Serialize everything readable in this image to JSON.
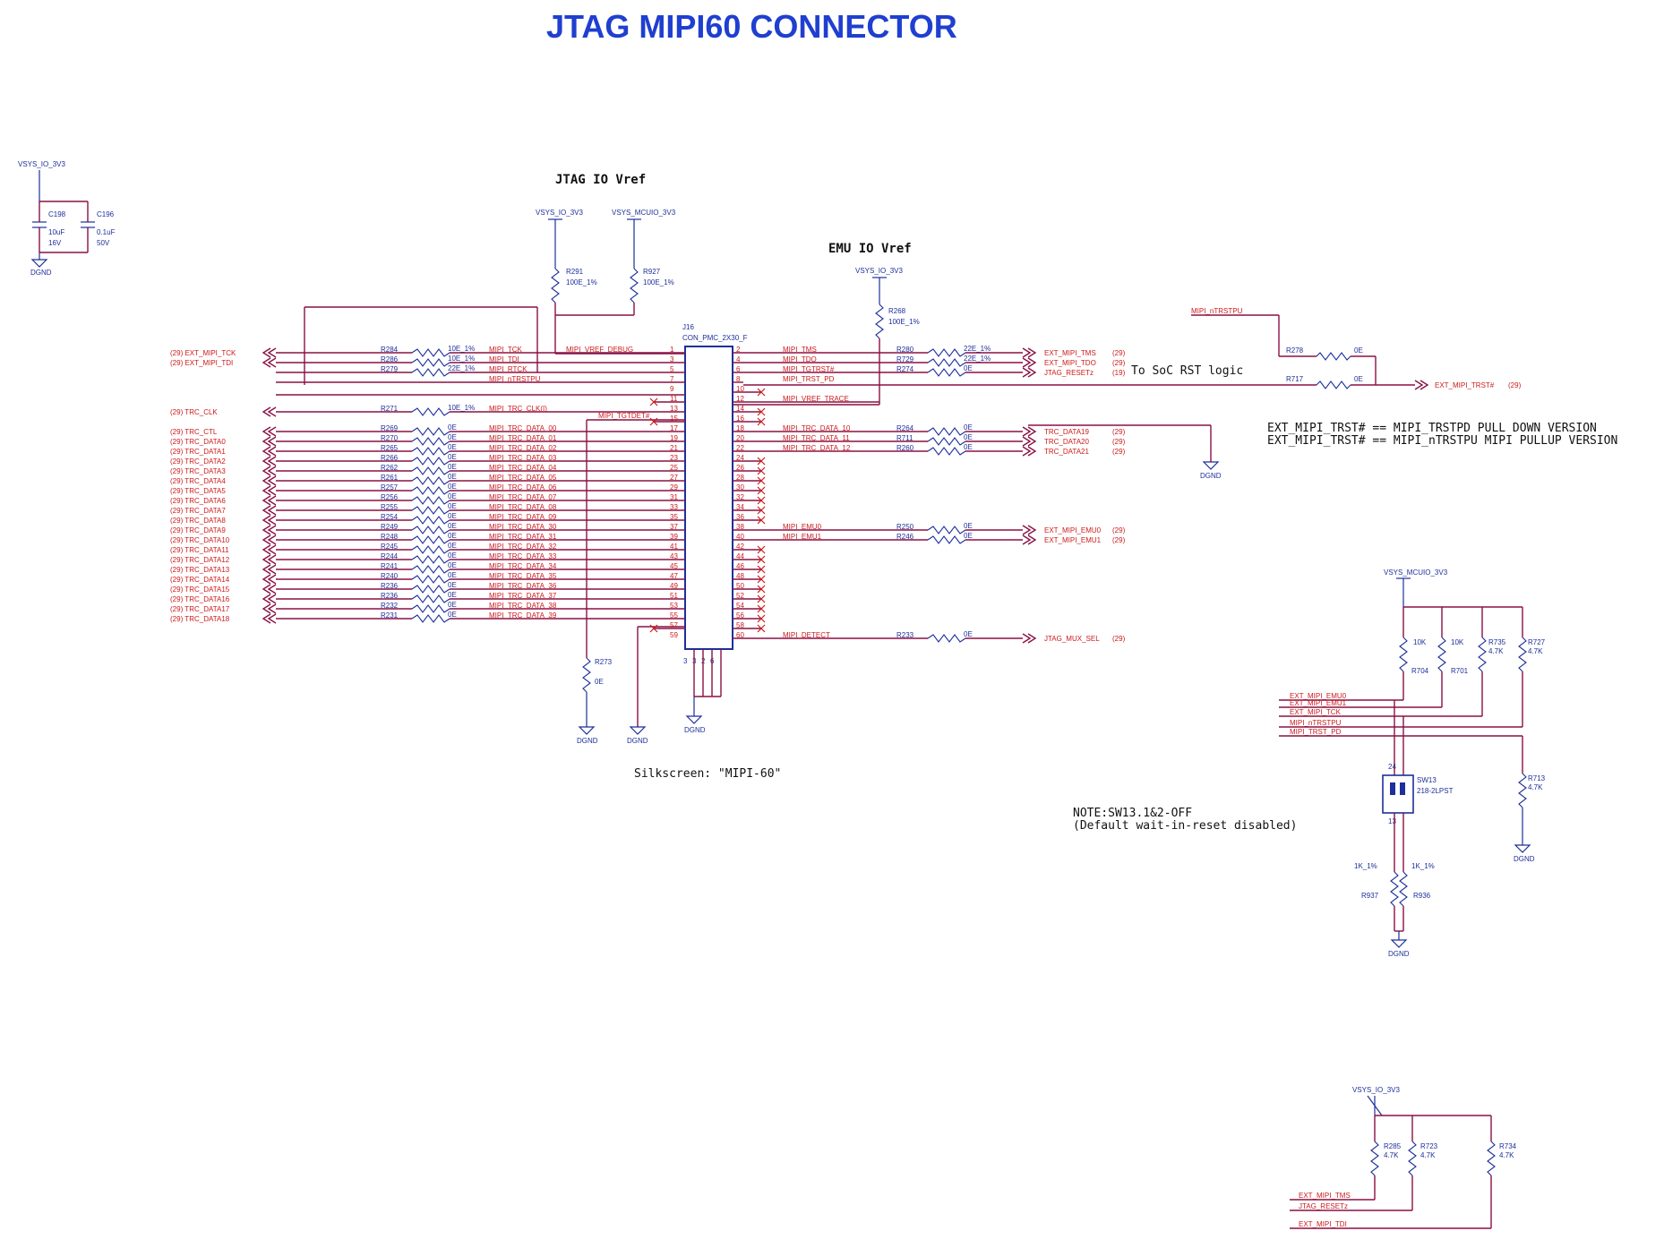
{
  "title": "JTAG MIPI60 CONNECTOR",
  "notes": {
    "jtag_io_vref": "JTAG IO Vref",
    "emu_io_vref": "EMU IO Vref",
    "to_soc": "To SoC RST logic",
    "trst_line1": "EXT_MIPI_TRST# == MIPI_TRSTPD PULL DOWN VERSION",
    "trst_line2": "EXT_MIPI_TRST# == MIPI_nTRSTPU MIPI PULLUP VERSION",
    "silkscreen": "Silkscreen: \"MIPI-60\"",
    "sw_note1": "NOTE:SW13.1&2-OFF",
    "sw_note2": "(Default wait-in-reset disabled)"
  },
  "rails": {
    "vsys_io": "VSYS_IO_3V3",
    "vsys_mcuio": "VSYS_MCUIO_3V3",
    "dgnd": "DGND"
  },
  "caps": [
    {
      "ref": "C198",
      "value": "10uF",
      "rating": "16V"
    },
    {
      "ref": "C196",
      "value": "0.1uF",
      "rating": "50V"
    }
  ],
  "connector": {
    "ref": "J16",
    "part": "CON_PMC_2X30_F",
    "bottom_pins": [
      "3",
      "3",
      "2",
      "6"
    ]
  },
  "vref_res": [
    {
      "ref": "R291",
      "value": "100E_1%"
    },
    {
      "ref": "R927",
      "value": "100E_1%"
    },
    {
      "ref": "R268",
      "value": "100E_1%"
    }
  ],
  "left_rows": [
    {
      "ext": "(29) EXT_MIPI_TCK",
      "ref": "R284",
      "val": "10E_1%",
      "net": "MIPI_TCK",
      "pin": "1"
    },
    {
      "ext": "(29) EXT_MIPI_TDI",
      "ref": "R286",
      "val": "10E_1%",
      "net": "MIPI_TDI",
      "pin": "3"
    },
    {
      "ext": "",
      "ref": "R279",
      "val": "22E_1%",
      "net": "MIPI_RTCK",
      "pin": "5"
    },
    {
      "ext": "",
      "ref": "",
      "val": "",
      "net": "MIPI_nTRSTPU",
      "pin": "7"
    },
    {
      "ext": "",
      "ref": "",
      "val": "",
      "net": "",
      "pin": "9"
    },
    {
      "ext": "",
      "ref": "",
      "val": "",
      "net": "",
      "pin": "11"
    },
    {
      "ext": "(29) TRC_CLK",
      "ref": "R271",
      "val": "10E_1%",
      "net": "MIPI_TRC_CLK(I)",
      "pin": "13"
    },
    {
      "ext": "",
      "ref": "",
      "val": "",
      "net": "",
      "pin": "15"
    },
    {
      "ext": "(29) TRC_CTL",
      "ref": "R269",
      "val": "0E",
      "net": "MIPI_TRC_DATA_00",
      "pin": "17"
    },
    {
      "ext": "(29) TRC_DATA0",
      "ref": "R270",
      "val": "0E",
      "net": "MIPI_TRC_DATA_01",
      "pin": "19"
    },
    {
      "ext": "(29) TRC_DATA1",
      "ref": "R265",
      "val": "0E",
      "net": "MIPI_TRC_DATA_02",
      "pin": "21"
    },
    {
      "ext": "(29) TRC_DATA2",
      "ref": "R266",
      "val": "0E",
      "net": "MIPI_TRC_DATA_03",
      "pin": "23"
    },
    {
      "ext": "(29) TRC_DATA3",
      "ref": "R262",
      "val": "0E",
      "net": "MIPI_TRC_DATA_04",
      "pin": "25"
    },
    {
      "ext": "(29) TRC_DATA4",
      "ref": "R261",
      "val": "0E",
      "net": "MIPI_TRC_DATA_05",
      "pin": "27"
    },
    {
      "ext": "(29) TRC_DATA5",
      "ref": "R257",
      "val": "0E",
      "net": "MIPI_TRC_DATA_06",
      "pin": "29"
    },
    {
      "ext": "(29) TRC_DATA6",
      "ref": "R256",
      "val": "0E",
      "net": "MIPI_TRC_DATA_07",
      "pin": "31"
    },
    {
      "ext": "(29) TRC_DATA7",
      "ref": "R255",
      "val": "0E",
      "net": "MIPI_TRC_DATA_08",
      "pin": "33"
    },
    {
      "ext": "(29) TRC_DATA8",
      "ref": "R254",
      "val": "0E",
      "net": "MIPI_TRC_DATA_09",
      "pin": "35"
    },
    {
      "ext": "(29) TRC_DATA9",
      "ref": "R249",
      "val": "0E",
      "net": "MIPI_TRC_DATA_30",
      "pin": "37"
    },
    {
      "ext": "(29) TRC_DATA10",
      "ref": "R248",
      "val": "0E",
      "net": "MIPI_TRC_DATA_31",
      "pin": "39"
    },
    {
      "ext": "(29) TRC_DATA11",
      "ref": "R245",
      "val": "0E",
      "net": "MIPI_TRC_DATA_32",
      "pin": "41"
    },
    {
      "ext": "(29) TRC_DATA12",
      "ref": "R244",
      "val": "0E",
      "net": "MIPI_TRC_DATA_33",
      "pin": "43"
    },
    {
      "ext": "(29) TRC_DATA13",
      "ref": "R241",
      "val": "0E",
      "net": "MIPI_TRC_DATA_34",
      "pin": "45"
    },
    {
      "ext": "(29) TRC_DATA14",
      "ref": "R240",
      "val": "0E",
      "net": "MIPI_TRC_DATA_35",
      "pin": "47"
    },
    {
      "ext": "(29) TRC_DATA15",
      "ref": "R236",
      "val": "0E",
      "net": "MIPI_TRC_DATA_36",
      "pin": "49"
    },
    {
      "ext": "(29) TRC_DATA16",
      "ref": "R236",
      "val": "0E",
      "net": "MIPI_TRC_DATA_37",
      "pin": "51"
    },
    {
      "ext": "(29) TRC_DATA17",
      "ref": "R232",
      "val": "0E",
      "net": "MIPI_TRC_DATA_38",
      "pin": "53"
    },
    {
      "ext": "(29) TRC_DATA18",
      "ref": "R231",
      "val": "0E",
      "net": "MIPI_TRC_DATA_39",
      "pin": "55"
    },
    {
      "ext": "",
      "ref": "",
      "val": "",
      "net": "",
      "pin": "57"
    },
    {
      "ext": "",
      "ref": "",
      "val": "",
      "net": "",
      "pin": "59"
    }
  ],
  "left_special": {
    "vref_net": "MIPI_VREF_DEBUG",
    "tgt_net": "MIPI_TGTDET#",
    "r273_ref": "R273",
    "r273_val": "0E"
  },
  "right_rows": [
    {
      "pin": "2",
      "net": "MIPI_TMS",
      "ref": "R280",
      "val": "22E_1%",
      "ext": "EXT_MIPI_TMS",
      "sheet": "(29)"
    },
    {
      "pin": "4",
      "net": "MIPI_TDO",
      "ref": "R729",
      "val": "22E_1%",
      "ext": "EXT_MIPI_TDO",
      "sheet": "(29)"
    },
    {
      "pin": "6",
      "net": "MIPI_TGTRST#",
      "ref": "R274",
      "val": "0E",
      "ext": "JTAG_RESETz",
      "sheet": "(19)"
    },
    {
      "pin": "8",
      "net": "MIPI_TRST_PD",
      "ref": "",
      "val": "",
      "ext": "",
      "sheet": ""
    },
    {
      "pin": "10",
      "net": "",
      "ref": "",
      "val": "",
      "ext": "",
      "sheet": ""
    },
    {
      "pin": "12",
      "net": "MIPI_VREF_TRACE",
      "ref": "",
      "val": "",
      "ext": "",
      "sheet": ""
    },
    {
      "pin": "14",
      "net": "",
      "ref": "",
      "val": "",
      "ext": "",
      "sheet": ""
    },
    {
      "pin": "16",
      "net": "",
      "ref": "",
      "val": "",
      "ext": "",
      "sheet": ""
    },
    {
      "pin": "18",
      "net": "MIPI_TRC_DATA_10",
      "ref": "R264",
      "val": "0E",
      "ext": "TRC_DATA19",
      "sheet": "(29)"
    },
    {
      "pin": "20",
      "net": "MIPI_TRC_DATA_11",
      "ref": "R711",
      "val": "0E",
      "ext": "TRC_DATA20",
      "sheet": "(29)"
    },
    {
      "pin": "22",
      "net": "MIPI_TRC_DATA_12",
      "ref": "R260",
      "val": "0E",
      "ext": "TRC_DATA21",
      "sheet": "(29)"
    },
    {
      "pin": "24",
      "net": "",
      "ref": "",
      "val": "",
      "ext": "",
      "sheet": ""
    },
    {
      "pin": "26",
      "net": "",
      "ref": "",
      "val": "",
      "ext": "",
      "sheet": ""
    },
    {
      "pin": "28",
      "net": "",
      "ref": "",
      "val": "",
      "ext": "",
      "sheet": ""
    },
    {
      "pin": "30",
      "net": "",
      "ref": "",
      "val": "",
      "ext": "",
      "sheet": ""
    },
    {
      "pin": "32",
      "net": "",
      "ref": "",
      "val": "",
      "ext": "",
      "sheet": ""
    },
    {
      "pin": "34",
      "net": "",
      "ref": "",
      "val": "",
      "ext": "",
      "sheet": ""
    },
    {
      "pin": "36",
      "net": "",
      "ref": "",
      "val": "",
      "ext": "",
      "sheet": ""
    },
    {
      "pin": "38",
      "net": "MIPI_EMU0",
      "ref": "R250",
      "val": "0E",
      "ext": "EXT_MIPI_EMU0",
      "sheet": "(29)"
    },
    {
      "pin": "40",
      "net": "MIPI_EMU1",
      "ref": "R246",
      "val": "0E",
      "ext": "EXT_MIPI_EMU1",
      "sheet": "(29)"
    },
    {
      "pin": "42",
      "net": "",
      "ref": "",
      "val": "",
      "ext": "",
      "sheet": ""
    },
    {
      "pin": "44",
      "net": "",
      "ref": "",
      "val": "",
      "ext": "",
      "sheet": ""
    },
    {
      "pin": "46",
      "net": "",
      "ref": "",
      "val": "",
      "ext": "",
      "sheet": ""
    },
    {
      "pin": "48",
      "net": "",
      "ref": "",
      "val": "",
      "ext": "",
      "sheet": ""
    },
    {
      "pin": "50",
      "net": "",
      "ref": "",
      "val": "",
      "ext": "",
      "sheet": ""
    },
    {
      "pin": "52",
      "net": "",
      "ref": "",
      "val": "",
      "ext": "",
      "sheet": ""
    },
    {
      "pin": "54",
      "net": "",
      "ref": "",
      "val": "",
      "ext": "",
      "sheet": ""
    },
    {
      "pin": "56",
      "net": "",
      "ref": "",
      "val": "",
      "ext": "",
      "sheet": ""
    },
    {
      "pin": "58",
      "net": "",
      "ref": "",
      "val": "",
      "ext": "",
      "sheet": ""
    },
    {
      "pin": "60",
      "net": "MIPI_DETECT",
      "ref": "R233",
      "val": "0E",
      "ext": "JTAG_MUX_SEL",
      "sheet": "(29)"
    }
  ],
  "trst": {
    "net": "MIPI_nTRSTPU",
    "r1_ref": "R278",
    "r1_val": "0E",
    "r2_ref": "R717",
    "r2_val": "0E",
    "out": "EXT_MIPI_TRST#",
    "sheet": "(29)"
  },
  "pullups": {
    "resistors": [
      {
        "ref": "R704",
        "value": "10K"
      },
      {
        "ref": "R701",
        "value": "10K"
      },
      {
        "ref": "R735",
        "value": "4.7K"
      },
      {
        "ref": "R727",
        "value": "4.7K"
      },
      {
        "ref": "R713",
        "value": "4.7K"
      }
    ],
    "nets": [
      "EXT_MIPI_EMU0",
      "EXT_MIPI_EMU1",
      "EXT_MIPI_TCK",
      "MIPI_nTRSTPU",
      "MIPI_TRST_PD"
    ]
  },
  "switch": {
    "ref": "SW13",
    "part": "218-2LPST",
    "pin_top": "24",
    "pin_bottom": "13"
  },
  "pulldowns": [
    {
      "ref": "R937",
      "value": "1K_1%"
    },
    {
      "ref": "R936",
      "value": "1K_1%"
    }
  ],
  "bottom_block": {
    "resistors": [
      {
        "ref": "R285",
        "value": "4.7K"
      },
      {
        "ref": "R723",
        "value": "4.7K"
      },
      {
        "ref": "R734",
        "value": "4.7K"
      }
    ],
    "nets": [
      "EXT_MIPI_TMS",
      "JTAG_RESETz",
      "EXT_MIPI_TDI"
    ]
  }
}
